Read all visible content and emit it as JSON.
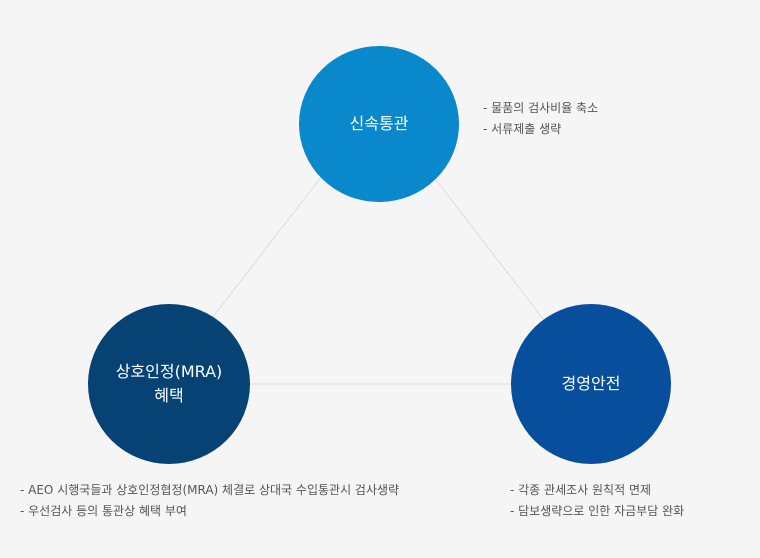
{
  "nodes": {
    "top": {
      "label": "신속통관",
      "bullets": [
        "- 물품의 검사비율 축소",
        "- 서류제출 생략"
      ]
    },
    "left": {
      "label": "상호인정(MRA)\n혜택",
      "bullets": [
        "- AEO 시행국들과 상호인정협정(MRA) 체결로 상대국 수입통관시 검사생략",
        "- 우선검사 등의 통관상 혜택 부여"
      ]
    },
    "right": {
      "label": "경영안전",
      "bullets": [
        "- 각종 관세조사 원칙적 면제",
        "- 담보생략으로 인한 자금부담 완화"
      ]
    }
  },
  "colors": {
    "top": "#0a88cc",
    "left": "#064374",
    "right": "#074f9c",
    "connector": "#dcdcdc",
    "background": "#f5f5f5"
  }
}
